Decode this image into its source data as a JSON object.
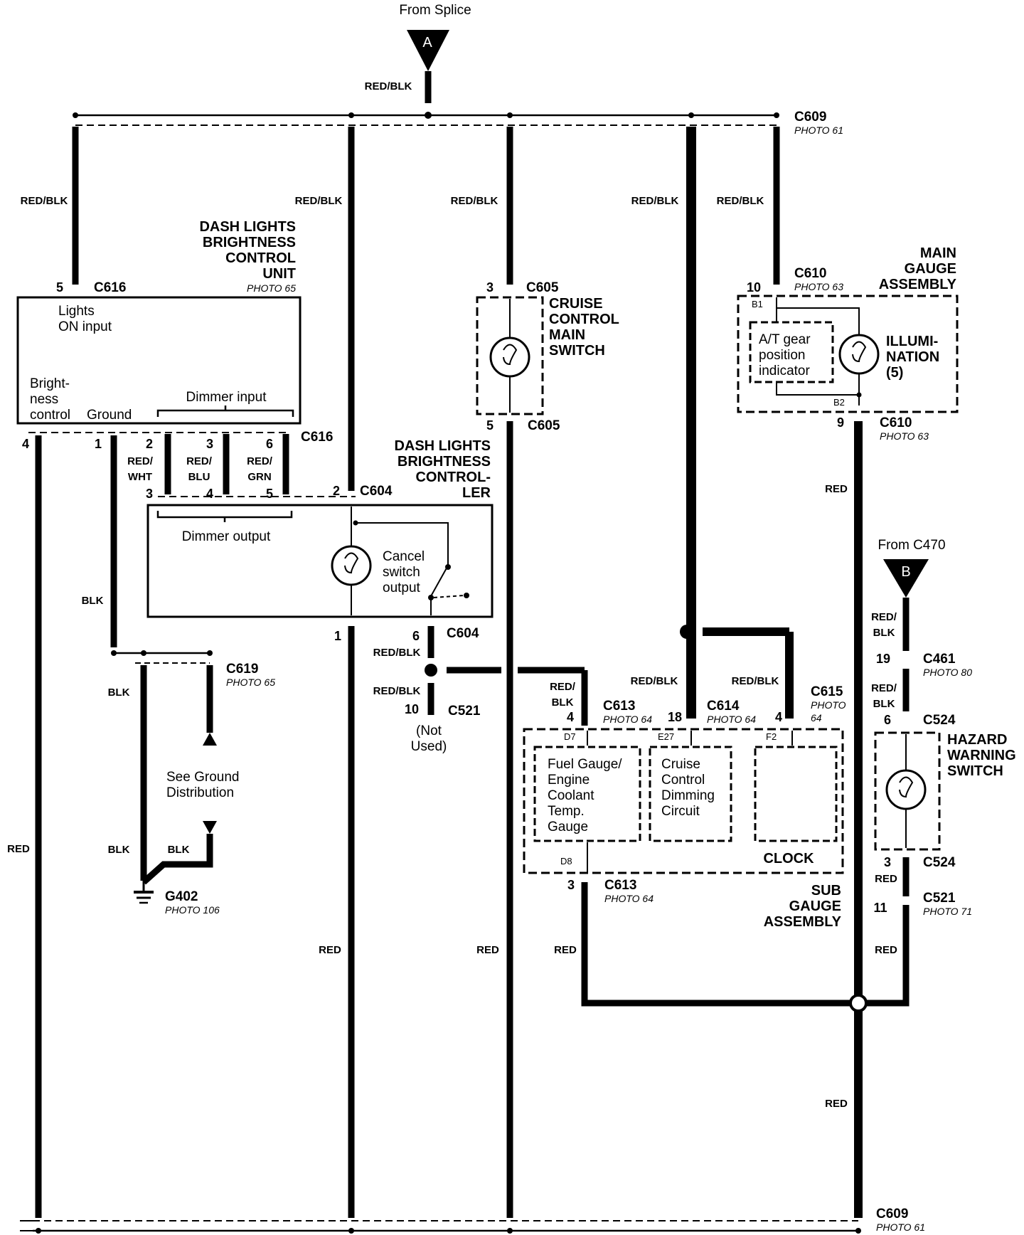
{
  "sources": {
    "a_caption": "From Splice",
    "a_letter": "A",
    "b_caption": "From C470",
    "b_letter": "B"
  },
  "wire_labels": {
    "red_blk": "RED/BLK",
    "red": "RED",
    "blk": "BLK",
    "red_wht": [
      "RED/",
      "WHT"
    ],
    "red_blu": [
      "RED/",
      "BLU"
    ],
    "red_grn": [
      "RED/",
      "GRN"
    ],
    "red_slash": "RED/",
    "blk_plain": "BLK"
  },
  "connectors": {
    "c609_top": "C609",
    "c609_top_photo": "PHOTO 61",
    "c616_top": "C616",
    "c616_bot": "C616",
    "c604_top": "C604",
    "c604_bot": "C604",
    "c605_top": "C605",
    "c605_bot": "C605",
    "c610_top": "C610",
    "c610_top_photo": "PHOTO 63",
    "c610_bot": "C610",
    "c610_bot_photo": "PHOTO 63",
    "c619": "C619",
    "c619_photo": "PHOTO 65",
    "c521_left": "C521",
    "c613_top": "C613",
    "c613_top_photo": "PHOTO 64",
    "c614": "C614",
    "c614_photo": "PHOTO 64",
    "c615": "C615",
    "c615_photo": [
      "PHOTO",
      "64"
    ],
    "c613_bot": "C613",
    "c613_bot_photo": "PHOTO 64",
    "c461": "C461",
    "c461_photo": "PHOTO 80",
    "c524_top": "C524",
    "c524_bot": "C524",
    "c521_right": "C521",
    "c521_right_photo": "PHOTO 71",
    "c609_bot": "C609",
    "c609_bot_photo": "PHOTO 61",
    "g402": "G402",
    "g402_photo": "PHOTO 106"
  },
  "pins": {
    "p5": "5",
    "p4": "4",
    "p1": "1",
    "p2": "2",
    "p3": "3",
    "p6": "6",
    "p10": "10",
    "p9": "9",
    "p18": "18",
    "p19": "19",
    "p11": "11"
  },
  "components": {
    "dlbcu": [
      "DASH LIGHTS",
      "BRIGHTNESS",
      "CONTROL",
      "UNIT"
    ],
    "dlbcu_photo": "PHOTO 65",
    "dlbcu_lights_on": [
      "Lights",
      "ON input"
    ],
    "dlbcu_brightness": [
      "Bright-",
      "ness",
      "control"
    ],
    "dlbcu_ground": "Ground",
    "dlbcu_dimmer_in": "Dimmer input",
    "dlbc": [
      "DASH LIGHTS",
      "BRIGHTNESS",
      "CONTROL-",
      "LER"
    ],
    "dlbc_dimmer_out": "Dimmer output",
    "dlbc_cancel": [
      "Cancel",
      "switch",
      "output"
    ],
    "cruise_switch": [
      "CRUISE",
      "CONTROL",
      "MAIN",
      "SWITCH"
    ],
    "main_gauge": [
      "MAIN",
      "GAUGE",
      "ASSEMBLY"
    ],
    "at_gear": [
      "A/T gear",
      "position",
      "indicator"
    ],
    "illumination": [
      "ILLUMI-",
      "NATION",
      "(5)"
    ],
    "b1": "B1",
    "b2": "B2",
    "not_used": [
      "(Not",
      "Used)"
    ],
    "see_ground": [
      "See Ground",
      "Distribution"
    ],
    "sub_gauge": [
      "SUB",
      "GAUGE",
      "ASSEMBLY"
    ],
    "fuel_gauge": [
      "Fuel Gauge/",
      "Engine",
      "Coolant",
      "Temp.",
      "Gauge"
    ],
    "cruise_dim": [
      "Cruise",
      "Control",
      "Dimming",
      "Circuit"
    ],
    "clock": "CLOCK",
    "d7": "D7",
    "e27": "E27",
    "f2": "F2",
    "d8": "D8",
    "hazard": [
      "HAZARD",
      "WARNING",
      "SWITCH"
    ]
  }
}
